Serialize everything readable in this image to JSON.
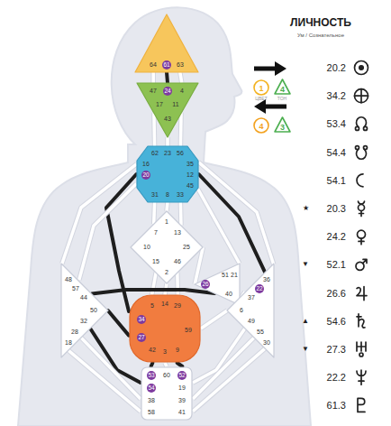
{
  "diagram": {
    "nodes": [
      {
        "text": [
          "64",
          "61",
          "63"
        ]
      },
      {
        "text": [
          "47",
          "24",
          "4",
          "17",
          "11",
          "43"
        ]
      },
      {
        "text": [
          "62",
          "23",
          "56",
          "16",
          "35",
          "20",
          "12",
          "45",
          "31",
          "8",
          "33"
        ]
      },
      {
        "text": [
          "1",
          "7",
          "13",
          "10",
          "25",
          "15",
          "46",
          "2"
        ]
      },
      {
        "text": [
          "51",
          "21",
          "26",
          "40"
        ]
      },
      {
        "text": [
          "48",
          "57",
          "44",
          "50",
          "32",
          "28",
          "18"
        ]
      },
      {
        "text": [
          "36",
          "22",
          "37",
          "6",
          "49",
          "55",
          "30"
        ]
      },
      {
        "text": [
          "5",
          "14",
          "29",
          "34",
          "27",
          "59",
          "42",
          "3",
          "9"
        ]
      },
      {
        "text": [
          "53",
          "60",
          "52",
          "54",
          "19",
          "38",
          "39",
          "58",
          "41"
        ]
      },
      {
        "text": [
          "1"
        ]
      },
      {
        "text": [
          "4"
        ]
      },
      {
        "text": [
          "4"
        ]
      },
      {
        "text": [
          "3"
        ]
      }
    ],
    "edges": [
      {
        "from": 0,
        "to": 1,
        "arrow": "none"
      },
      {
        "from": 0,
        "to": 1,
        "arrow": "none"
      },
      {
        "from": 0,
        "to": 1,
        "arrow": "none"
      },
      {
        "from": 1,
        "to": 2,
        "arrow": "none"
      },
      {
        "from": 1,
        "to": 2,
        "arrow": "none"
      },
      {
        "from": 1,
        "to": 2,
        "arrow": "none"
      },
      {
        "from": 2,
        "to": 3,
        "arrow": "none"
      },
      {
        "from": 2,
        "to": 3,
        "arrow": "none"
      },
      {
        "from": 2,
        "to": 3,
        "arrow": "none"
      },
      {
        "from": 2,
        "to": 7,
        "arrow": "none"
      },
      {
        "from": 2,
        "to": 5,
        "arrow": "none"
      },
      {
        "from": 2,
        "to": 5,
        "arrow": "none"
      },
      {
        "from": 2,
        "to": 4,
        "arrow": "none"
      },
      {
        "from": 2,
        "to": 6,
        "arrow": "none"
      },
      {
        "from": 2,
        "to": 6,
        "arrow": "none"
      },
      {
        "from": 3,
        "to": 4,
        "arrow": "none"
      },
      {
        "from": 3,
        "to": 7,
        "arrow": "none"
      },
      {
        "from": 3,
        "to": 7,
        "arrow": "none"
      },
      {
        "from": 3,
        "to": 7,
        "arrow": "none"
      },
      {
        "from": 4,
        "to": 5,
        "arrow": "none"
      },
      {
        "from": 7,
        "to": 5,
        "arrow": "none"
      },
      {
        "from": 7,
        "to": 6,
        "arrow": "none"
      },
      {
        "from": 4,
        "to": 6,
        "arrow": "none"
      },
      {
        "from": 8,
        "to": 7,
        "arrow": "none"
      },
      {
        "from": 8,
        "to": 7,
        "arrow": "none"
      },
      {
        "from": 8,
        "to": 7,
        "arrow": "none"
      },
      {
        "from": 8,
        "to": 5,
        "arrow": "none"
      },
      {
        "from": 8,
        "to": 5,
        "arrow": "none"
      },
      {
        "from": 8,
        "to": 5,
        "arrow": "none"
      },
      {
        "from": 8,
        "to": 6,
        "arrow": "none"
      },
      {
        "from": 8,
        "to": 6,
        "arrow": "none"
      },
      {
        "from": 8,
        "to": 6,
        "arrow": "none"
      }
    ],
    "labels": [
      "ЛИЧНОСТЬ",
      "Ум / Сознательное",
      "ЦВЕТ",
      "ТОН",
      "20.2",
      "34.2",
      "53.4",
      "54.4",
      "54.1",
      "★",
      "20.3",
      "24.2",
      "▼",
      "52.1",
      "26.6",
      "▲",
      "54.6",
      "▼",
      "27.3",
      "22.2",
      "61.3"
    ]
  }
}
